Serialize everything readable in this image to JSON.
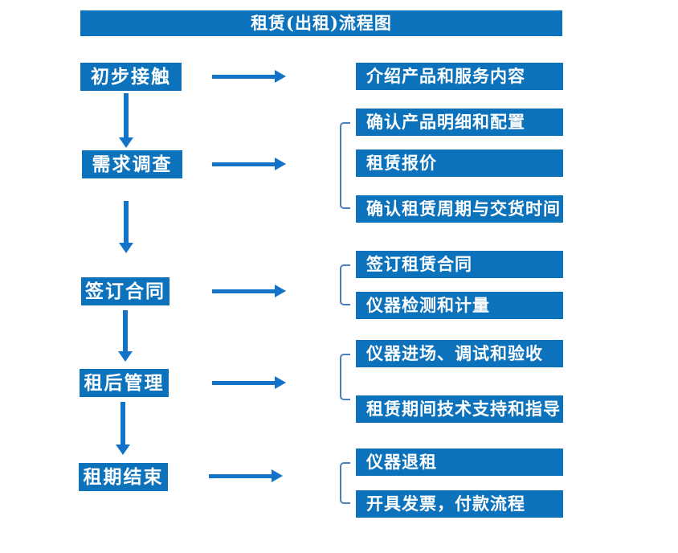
{
  "title": "租赁(出租)流程图",
  "colors": {
    "primary": "#0d72bc",
    "arrow": "#1273c8",
    "bracket": "#4a7ebf"
  },
  "flow": {
    "steps": [
      "初步接触",
      "需求调查",
      "签订合同",
      "租后管理",
      "租期结束"
    ],
    "groups": [
      {
        "items": [
          "介绍产品和服务内容"
        ]
      },
      {
        "items": [
          "确认产品明细和配置",
          "租赁报价",
          "确认租赁周期与交货时间"
        ]
      },
      {
        "items": [
          "签订租赁合同",
          "仪器检测和计量"
        ]
      },
      {
        "items": [
          "仪器进场、调试和验收",
          "租赁期间技术支持和指导"
        ]
      },
      {
        "items": [
          "仪器退租",
          "开具发票，付款流程"
        ]
      }
    ]
  }
}
